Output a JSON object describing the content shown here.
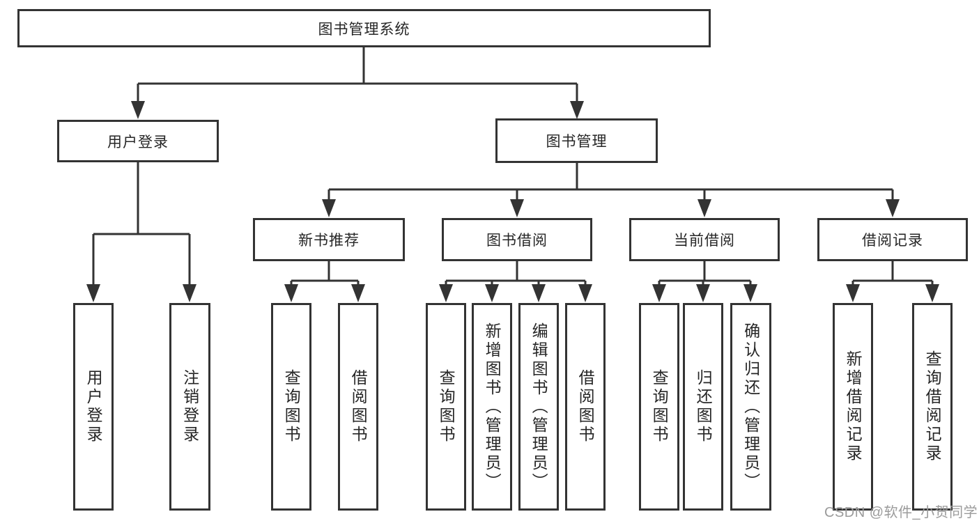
{
  "diagram": {
    "root": {
      "label": "图书管理系统",
      "children": [
        {
          "label": "用户登录",
          "children": [
            {
              "label": "用户登录"
            },
            {
              "label": "注销登录"
            }
          ]
        },
        {
          "label": "图书管理",
          "children": [
            {
              "label": "新书推荐",
              "children": [
                {
                  "label": "查询图书"
                },
                {
                  "label": "借阅图书"
                }
              ]
            },
            {
              "label": "图书借阅",
              "children": [
                {
                  "label": "查询图书"
                },
                {
                  "label": "新增图书（管理员）"
                },
                {
                  "label": "编辑图书（管理员）"
                },
                {
                  "label": "借阅图书"
                }
              ]
            },
            {
              "label": "当前借阅",
              "children": [
                {
                  "label": "查询图书"
                },
                {
                  "label": "归还图书"
                },
                {
                  "label": "确认归还（管理员）"
                }
              ]
            },
            {
              "label": "借阅记录",
              "children": [
                {
                  "label": "新增借阅记录"
                },
                {
                  "label": "查询借阅记录"
                }
              ]
            }
          ]
        }
      ]
    }
  },
  "watermark": {
    "text": "CSDN @软件_小贺同学"
  },
  "colors": {
    "line": "#333333",
    "text": "#262626",
    "watermark": "#9b9b9b",
    "background": "#ffffff"
  }
}
